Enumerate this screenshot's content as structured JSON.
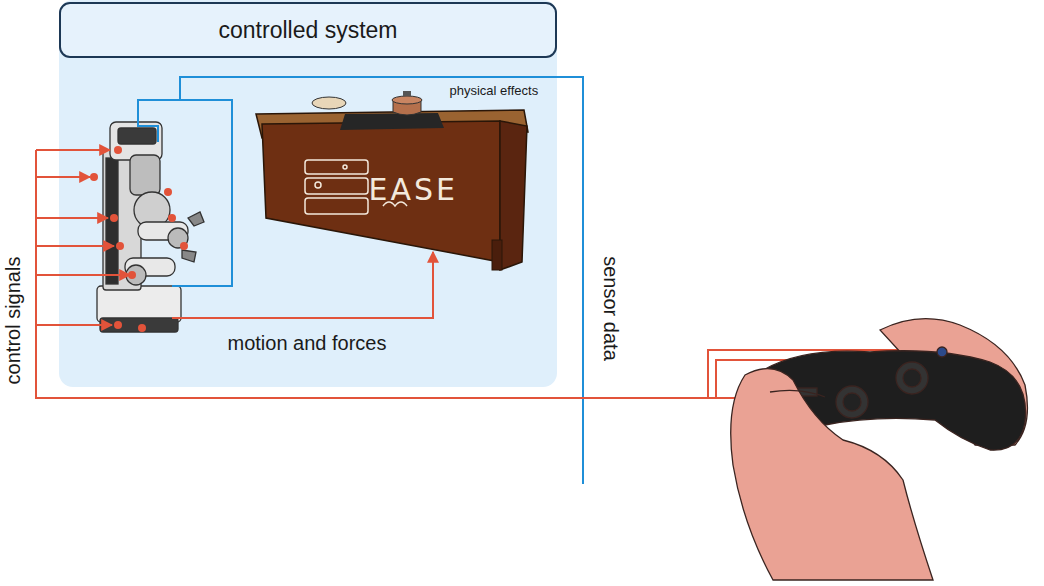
{
  "diagram": {
    "nodes": [
      {
        "text": [
          "controlled system"
        ]
      }
    ],
    "labels": [
      "physical effects",
      "motion and forces",
      "control signals",
      "sensor data",
      "EASE"
    ]
  }
}
